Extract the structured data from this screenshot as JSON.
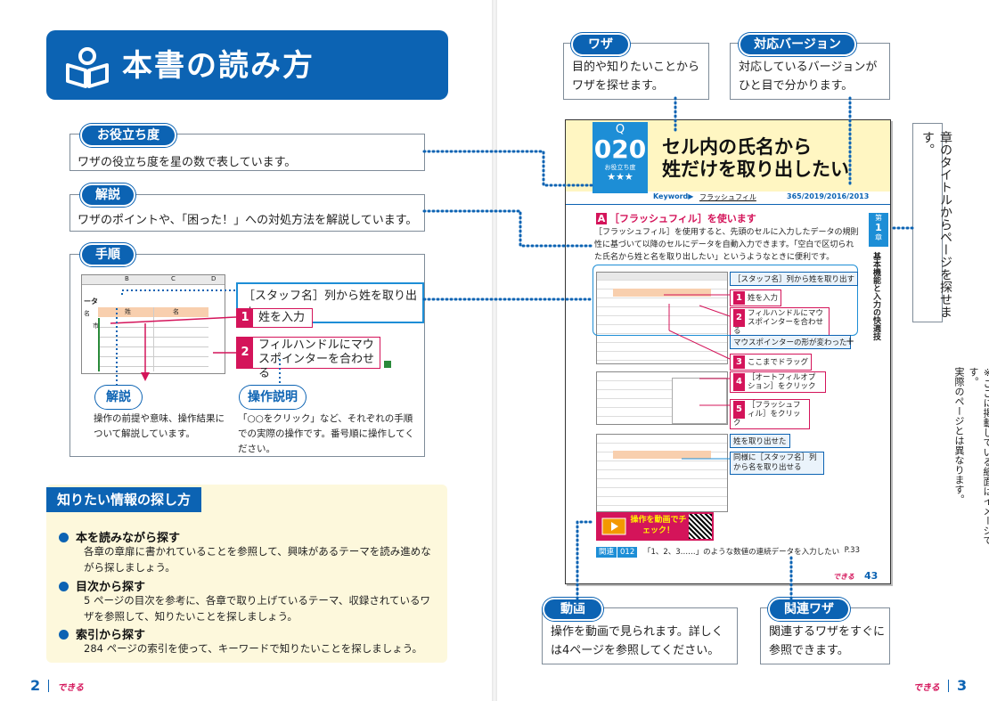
{
  "header": {
    "title": "本書の読み方"
  },
  "callouts": {
    "oyakudachi": {
      "label": "お役立ち度",
      "text": "ワザの役立ち度を星の数で表しています。"
    },
    "kaisetsu": {
      "label": "解説",
      "text": "ワザのポイントや、「困った！」への対処方法を解説しています。"
    },
    "tejun": {
      "label": "手順"
    },
    "waza": {
      "label": "ワザ",
      "text": "目的や知りたいことからワザを探せます。"
    },
    "version": {
      "label": "対応バージョン",
      "text": "対応しているバージョンがひと目で分かります。"
    },
    "chapter": {
      "text": "章のタイトルからページを探せます。"
    },
    "douga": {
      "label": "動画",
      "text": "操作を動画で見られます。詳しくは4ページを参照してください。"
    },
    "kanren": {
      "label": "関連ワザ",
      "text": "関連するワザをすぐに参照できます。"
    }
  },
  "tejun_figure": {
    "cols": [
      "B",
      "C",
      "D"
    ],
    "left_cell": "ータ",
    "row_labels": [
      "名",
      "市川"
    ],
    "header_cells": [
      "姓",
      "名"
    ],
    "tag_main": "［スタッフ名］列から姓を取り出す",
    "step1": {
      "num": "1",
      "text": "姓を入力"
    },
    "step2": {
      "num": "2",
      "text": "フィルハンドルにマウスポインターを合わせる"
    },
    "kaisetsu_label": "解説",
    "kaisetsu_text": "操作の前提や意味、操作結果について解説しています。",
    "sousa_label": "操作説明",
    "sousa_text": "「○○をクリック」など、それぞれの手順での実際の操作です。番号順に操作してください。"
  },
  "info": {
    "title": "知りたい情報の探し方",
    "items": [
      {
        "heading": "本を読みながら探す",
        "text": "各章の章扉に書かれていることを参照して、興味があるテーマを読み進めながら探しましょう。"
      },
      {
        "heading": "目次から探す",
        "text": "5 ページの目次を参考に、各章で取り上げているテーマ、収録されているワザを参照して、知りたいことを探しましょう。"
      },
      {
        "heading": "索引から探す",
        "text": "284 ページの索引を使って、キーワードで知りたいことを探しましょう。"
      }
    ]
  },
  "sample": {
    "q_label": "Q",
    "q_num": "020",
    "q_sub": "お役立ち度",
    "stars": "★★★",
    "title_line1": "セル内の氏名から",
    "title_line2": "姓だけを取り出したい",
    "keyword_prefix": "Keyword▶",
    "keyword": "フラッシュフィル",
    "versions": "365/2019/2016/2013",
    "section_letter": "A",
    "section_title": "［フラッシュフィル］を使います",
    "body": "［フラッシュフィル］を使用すると、先頭のセルに入力したデータの規則性に基づいて以降のセルにデータを自動入力できます。「空白で区切られた氏名から姓と名を取り出したい」というようなときに便利です。",
    "chapter_num_top": "第",
    "chapter_num": "1",
    "chapter_num_bottom": "章",
    "chapter_title": "基本機能と入力の快適技",
    "tags": {
      "t0": "［スタッフ名］列から姓を取り出す",
      "t1": "姓を入力",
      "t2": "フィルハンドルにマウスポインターを合わせる",
      "t_mouse": "マウスポインターの形が変わった",
      "t3": "ここまでドラッグ",
      "t4": "［オートフィルオプション］をクリック",
      "t5": "［フラッシュフィル］をクリック",
      "t_done": "姓を取り出せた",
      "t_same": "同様に［スタッフ名］列から名を取り出せる"
    },
    "step_nums": [
      "1",
      "2",
      "3",
      "4",
      "5"
    ],
    "plus": "+",
    "video": "操作を動画でチェック！",
    "related_label": "関連",
    "related_num": "012",
    "related_text": "「1、2、3……」のような数値の連続データを入力したい",
    "related_page": "P.33",
    "brand": "できる",
    "page_no": "43"
  },
  "note": {
    "line1": "※ここに掲載している紙面はイメージです。",
    "line2": "実際のページとは異なります。"
  },
  "footer": {
    "left_page": "2",
    "right_page": "3",
    "brand": "できる"
  },
  "colors": {
    "blue": "#0c63b3",
    "magenta": "#d4145a",
    "cream": "#fdf8dc"
  },
  "icons": {
    "header": "book-reader-icon",
    "video": "play-icon"
  }
}
